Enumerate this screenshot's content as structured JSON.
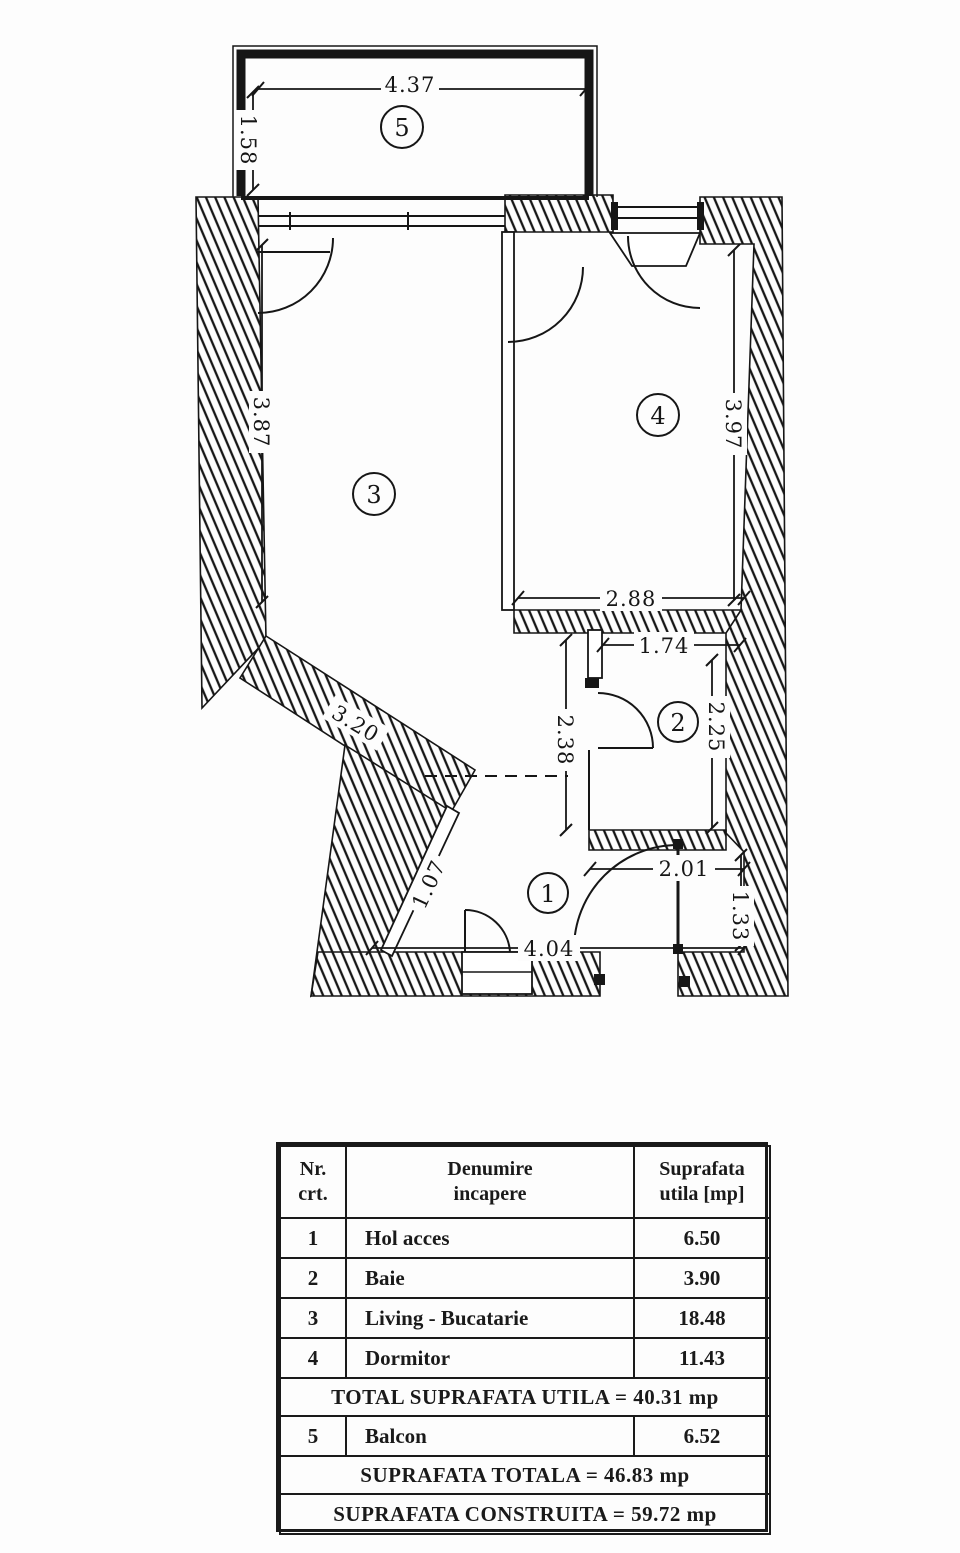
{
  "plan": {
    "room_labels": {
      "hall": "1",
      "bath": "2",
      "living": "3",
      "bedroom": "4",
      "balcony": "5"
    },
    "dims": {
      "balcony_width": "4.37",
      "balcony_depth": "1.58",
      "living_left": "3.87",
      "bedroom_right": "3.97",
      "bedroom_width": "2.88",
      "bath_width": "1.74",
      "bath_left": "2.38",
      "bath_right": "2.25",
      "living_diagonal": "3.20",
      "hall_top": "2.01",
      "hall_right": "1.33",
      "hall_bottom": "4.04",
      "hall_diagonal": "1.07"
    }
  },
  "table": {
    "header": {
      "col1_line1": "Nr.",
      "col1_line2": "crt.",
      "col2_line1": "Denumire",
      "col2_line2": "incapere",
      "col3_line1": "Suprafata",
      "col3_line2": "utila [mp]"
    },
    "rows": [
      {
        "nr": "1",
        "name": "Hol acces",
        "area": "6.50"
      },
      {
        "nr": "2",
        "name": "Baie",
        "area": "3.90"
      },
      {
        "nr": "3",
        "name": "Living - Bucatarie",
        "area": "18.48"
      },
      {
        "nr": "4",
        "name": "Dormitor",
        "area": "11.43"
      }
    ],
    "total_utila": "TOTAL SUPRAFATA UTILA = 40.31 mp",
    "balcony_row": {
      "nr": "5",
      "name": "Balcon",
      "area": "6.52"
    },
    "total_generala": "SUPRAFATA TOTALA = 46.83 mp",
    "total_construita": "SUPRAFATA CONSTRUITA = 59.72 mp"
  }
}
